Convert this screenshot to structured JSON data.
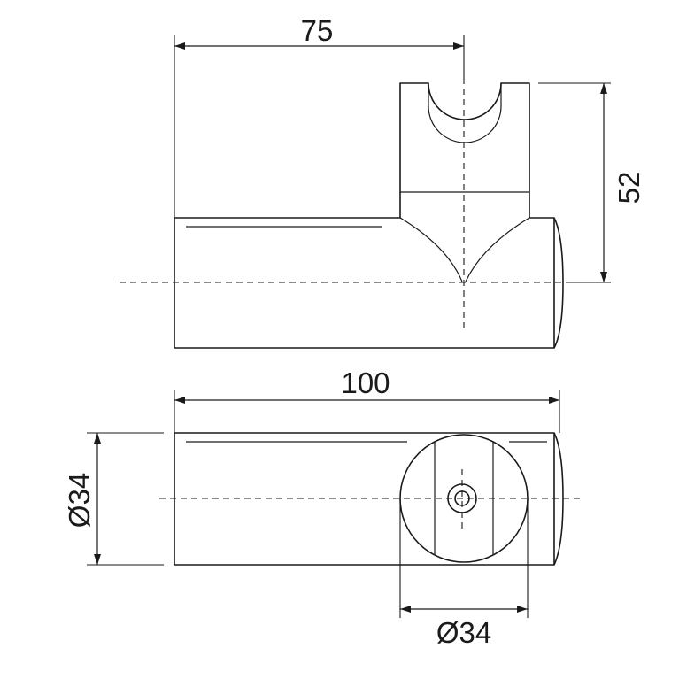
{
  "dimensions": {
    "top_width": "75",
    "top_height": "52",
    "bottom_length": "100",
    "bottom_left_diameter": "Ø34",
    "bottom_circle_diameter": "Ø34"
  }
}
